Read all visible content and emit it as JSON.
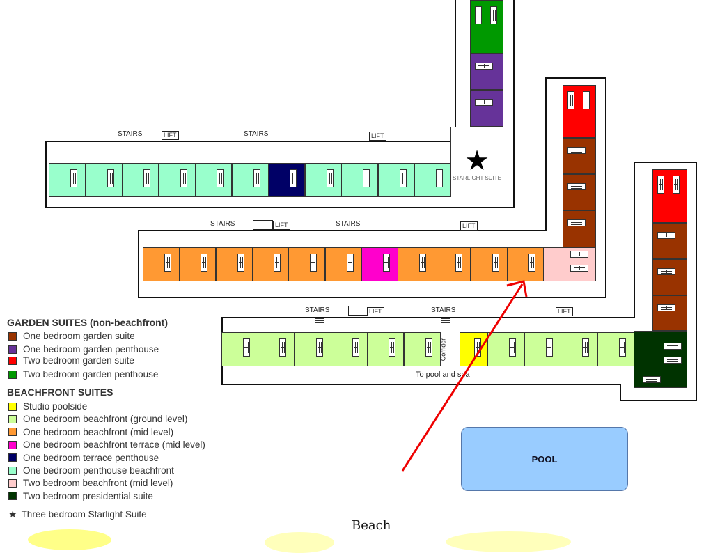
{
  "types": {
    "garden_1": {
      "label": "One bedroom garden suite",
      "color": "#993300"
    },
    "garden_pent_1": {
      "label": "One bedroom garden penthouse",
      "color": "#663399"
    },
    "garden_2": {
      "label": "Two bedroom garden suite",
      "color": "#ff0000"
    },
    "garden_pent_2": {
      "label": "Two bedroom garden penthouse",
      "color": "#009900"
    },
    "studio": {
      "label": "Studio poolside",
      "color": "#ffff00"
    },
    "beach_ground": {
      "label": "One bedroom beachfront (ground level)",
      "color": "#ccff99"
    },
    "beach_mid": {
      "label": "One bedroom beachfront (mid level)",
      "color": "#ff9933"
    },
    "beach_terrace": {
      "label": "One bedroom beachfront terrace (mid level)",
      "color": "#ff00cc"
    },
    "terrace_pent": {
      "label": "One bedroom terrace penthouse",
      "color": "#000066"
    },
    "pent_beach": {
      "label": "One bedroom penthouse beachfront",
      "color": "#99ffcc"
    },
    "beach_2_mid": {
      "label": "Two bedroom beachfront (mid level)",
      "color": "#ffcccc"
    },
    "presidential": {
      "label": "Two bedroom presidential suite",
      "color": "#003300"
    }
  },
  "legend": {
    "garden_heading": "GARDEN SUITES (non-beachfront)",
    "garden_items": [
      "garden_1",
      "garden_pent_1",
      "garden_2",
      "garden_pent_2"
    ],
    "beach_heading": "BEACHFRONT SUITES",
    "beach_items": [
      "studio",
      "beach_ground",
      "beach_mid",
      "beach_terrace",
      "terrace_pent",
      "pent_beach",
      "beach_2_mid",
      "presidential"
    ],
    "starlight_label": "Three bedroom Starlight Suite"
  },
  "labels": {
    "stairs": "STAIRS",
    "lift": "LIFT",
    "corridor": "Corridor",
    "to_pool": "To pool and spa",
    "pool": "POOL",
    "beach": "Beach",
    "starlight_logo": "STARLIGHT SUITE"
  },
  "buildings": {
    "top_row": [
      "pent_beach",
      "pent_beach",
      "pent_beach",
      "pent_beach",
      "pent_beach",
      "pent_beach",
      "terrace_pent",
      "pent_beach",
      "pent_beach",
      "pent_beach",
      "pent_beach"
    ],
    "top_column": [
      "garden_pent_2",
      "garden_pent_1",
      "garden_pent_1"
    ],
    "mid_row": [
      "beach_mid",
      "beach_mid",
      "beach_mid",
      "beach_mid",
      "beach_mid",
      "beach_mid",
      "beach_terrace",
      "beach_mid",
      "beach_mid",
      "beach_mid",
      "beach_mid",
      "beach_2_mid"
    ],
    "mid_column": [
      "garden_2",
      "garden_1",
      "garden_1",
      "garden_1"
    ],
    "low_row": [
      "beach_ground",
      "beach_ground",
      "beach_ground",
      "beach_ground",
      "beach_ground",
      "beach_ground",
      "studio",
      "beach_ground",
      "beach_ground",
      "beach_ground",
      "beach_ground",
      "presidential"
    ],
    "low_column": [
      "garden_2",
      "garden_1",
      "garden_1",
      "garden_1"
    ]
  },
  "arrow_color": "#ee0000",
  "pool_color": "#99ccff"
}
